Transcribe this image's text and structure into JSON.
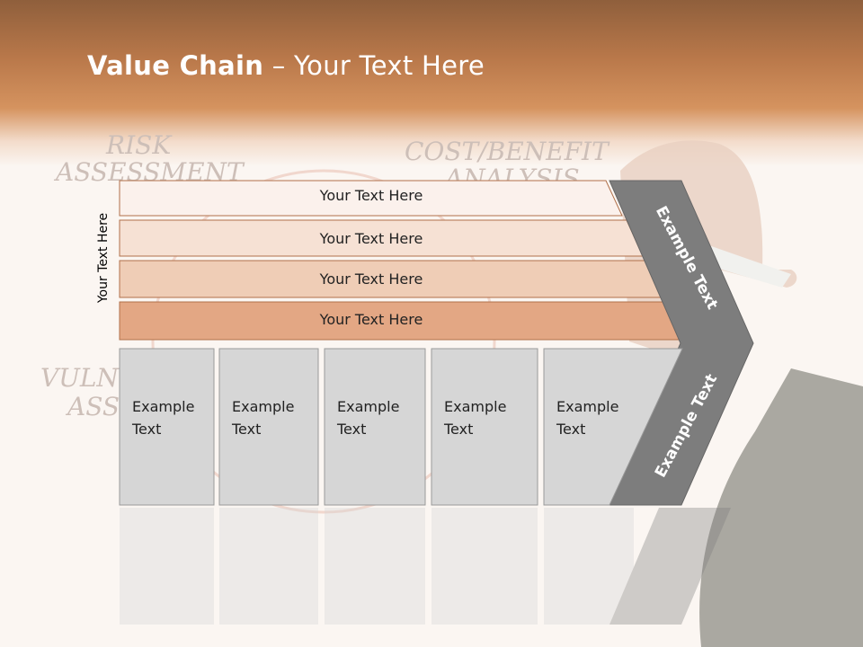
{
  "title": {
    "bold": "Value Chain",
    "rest": " – Your Text Here"
  },
  "vertical_label": "Your Text Here",
  "rows": [
    {
      "label": "Your Text Here",
      "fill": "#fbf1ec"
    },
    {
      "label": "Your Text Here",
      "fill": "#f6e1d4"
    },
    {
      "label": "Your Text Here",
      "fill": "#efcdb6"
    },
    {
      "label": "Your Text Here",
      "fill": "#e3a784"
    }
  ],
  "columns": [
    {
      "text": "Example\nText"
    },
    {
      "text": "Example\nText"
    },
    {
      "text": "Example\nText"
    },
    {
      "text": "Example\nText"
    },
    {
      "text": "Example\nText"
    }
  ],
  "chevron": {
    "top_label": "Example Text",
    "bottom_label": "Example Text"
  },
  "background_words": [
    "RISK",
    "ASSESSMENT",
    "COST/BENEFIT",
    "ANALYSIS",
    "VULN",
    "ASS"
  ],
  "colors": {
    "row_border": "#b0704a",
    "column_fill": "#d6d6d6",
    "chevron_fill": "#7d7d7d",
    "header_accent": "#c07a4e"
  }
}
